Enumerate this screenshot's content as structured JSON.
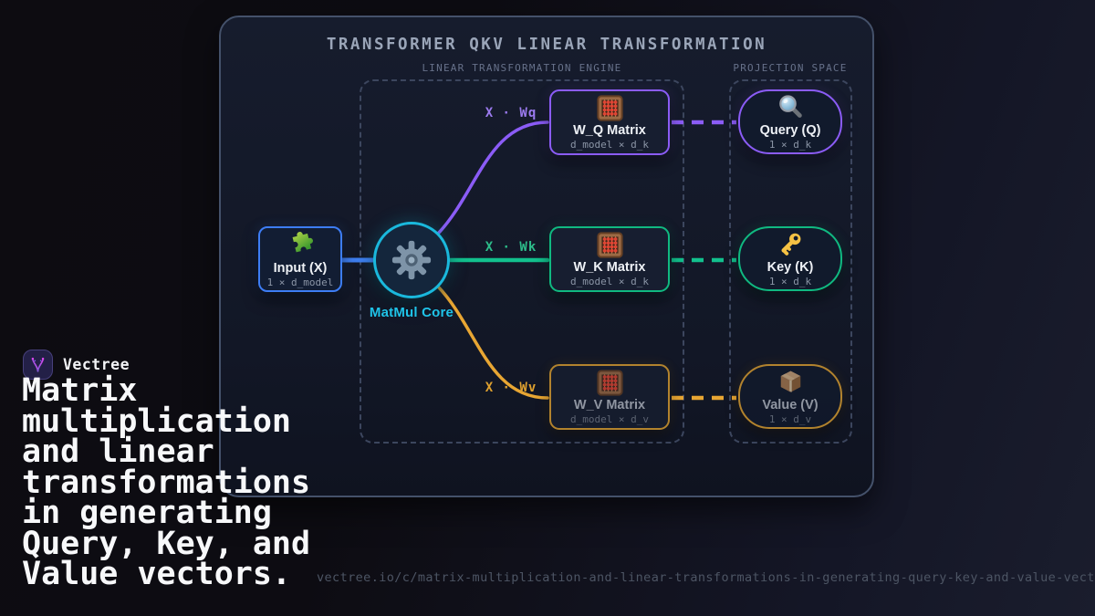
{
  "brand": {
    "name": "Vectree"
  },
  "headline": "Matrix multiplication and linear transformations in generating Query, Key, and Value vectors.",
  "footer_url": "vectree.io/c/matrix-multiplication-and-linear-transformations-in-generating-query-key-and-value-vectors",
  "diagram": {
    "title": "TRANSFORMER QKV LINEAR TRANSFORMATION",
    "sections": {
      "engine": "LINEAR TRANSFORMATION ENGINE",
      "projection": "PROJECTION SPACE"
    },
    "nodes": {
      "input": {
        "icon": "puzzle-icon",
        "title": "Input (X)",
        "subtitle": "1 × d_model",
        "accent": "#3d7df5"
      },
      "matmul": {
        "icon": "gear-icon",
        "label": "MatMul Core",
        "accent": "#1ab8dc"
      },
      "wq": {
        "icon": "abacus-icon",
        "title": "W_Q Matrix",
        "subtitle": "d_model × d_k",
        "accent": "#8b5cf6"
      },
      "wk": {
        "icon": "abacus-icon",
        "title": "W_K Matrix",
        "subtitle": "d_model × d_k",
        "accent": "#10b981"
      },
      "wv": {
        "icon": "abacus-icon",
        "title": "W_V Matrix",
        "subtitle": "d_model × d_v",
        "accent": "#e0a231"
      },
      "query": {
        "icon": "magnifier-icon",
        "title": "Query (Q)",
        "subtitle": "1 × d_k",
        "accent": "#8b5cf6"
      },
      "key": {
        "icon": "key-icon",
        "title": "Key (K)",
        "subtitle": "1 × d_k",
        "accent": "#10b981"
      },
      "value": {
        "icon": "package-icon",
        "title": "Value (V)",
        "subtitle": "1 × d_v",
        "accent": "#e0a231"
      }
    },
    "edge_labels": {
      "q": "X · Wq",
      "k": "X · Wk",
      "v": "X · Wv"
    },
    "colors": {
      "input_edge": "#3f7ff0",
      "q_edge": "#8b5cf6",
      "k_edge": "#12c08d",
      "v_edge": "#e8a633",
      "core": "#1ab8dc"
    }
  }
}
